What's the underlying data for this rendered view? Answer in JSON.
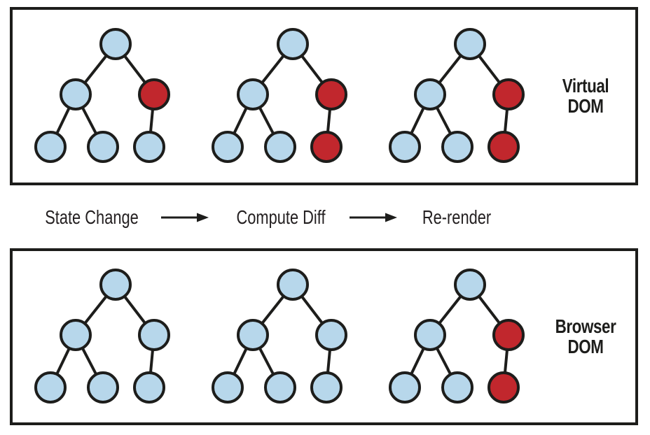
{
  "diagram": {
    "top_box": {
      "label_line1": "Virtual",
      "label_line2": "DOM",
      "trees": [
        [
          "blue",
          "blue",
          "red",
          "blue",
          "blue",
          "blue"
        ],
        [
          "blue",
          "blue",
          "red",
          "blue",
          "blue",
          "red"
        ],
        [
          "blue",
          "blue",
          "red",
          "blue",
          "blue",
          "red"
        ]
      ]
    },
    "flow": {
      "step1": "State Change",
      "step2": "Compute Diff",
      "step3": "Re-render"
    },
    "bottom_box": {
      "label_line1": "Browser",
      "label_line2": "DOM",
      "trees": [
        [
          "blue",
          "blue",
          "blue",
          "blue",
          "blue",
          "blue"
        ],
        [
          "blue",
          "blue",
          "blue",
          "blue",
          "blue",
          "blue"
        ],
        [
          "blue",
          "blue",
          "red",
          "blue",
          "blue",
          "red"
        ]
      ]
    },
    "colors": {
      "node_blue": "#b7d7eb",
      "node_red": "#c1272d",
      "stroke": "#1d1d1b",
      "background": "#ffffff"
    }
  }
}
